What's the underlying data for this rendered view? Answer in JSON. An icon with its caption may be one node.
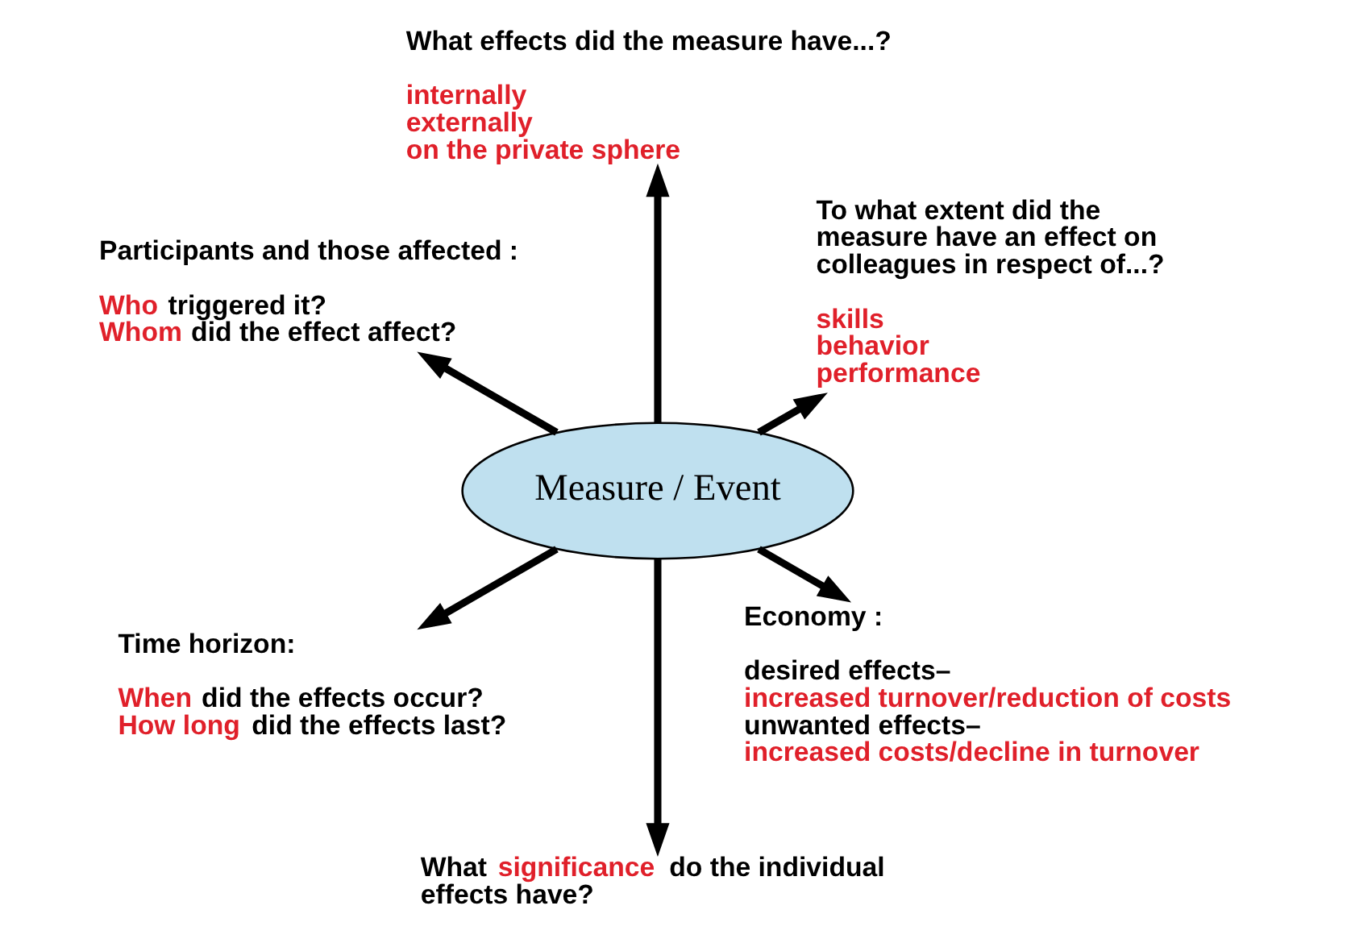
{
  "diagram": {
    "nodes": [
      {
        "text": [
          "What effects did the measure have...?",
          "internally",
          "externally",
          "on the private sphere"
        ]
      },
      {
        "text": [
          "Participants and those affected :",
          "Who triggered it?",
          "Whom did the effect affect?"
        ]
      },
      {
        "text": [
          "To what extent did the measure have an effect on colleagues in respect of...?",
          "skills",
          "behavior",
          "performance"
        ]
      },
      {
        "text": [
          "Measure / Event"
        ]
      },
      {
        "text": [
          "Time horizon:",
          "When did the effects occur?",
          "How long did the effects last?"
        ]
      },
      {
        "text": [
          "Economy :",
          "desired effects–",
          "increased turnover/reduction of costs",
          "unwanted effects–",
          "increased costs/decline in turnover"
        ]
      },
      {
        "text": [
          "What significance do the individual effects have?"
        ]
      }
    ],
    "edges": [
      {
        "from": 3,
        "to": 0,
        "arrow": "to"
      },
      {
        "from": 3,
        "to": 2,
        "arrow": "to"
      },
      {
        "from": 3,
        "to": 5,
        "arrow": "to"
      },
      {
        "from": 3,
        "to": 6,
        "arrow": "to"
      },
      {
        "from": 3,
        "to": 4,
        "arrow": "to"
      },
      {
        "from": 3,
        "to": 1,
        "arrow": "to"
      }
    ]
  }
}
